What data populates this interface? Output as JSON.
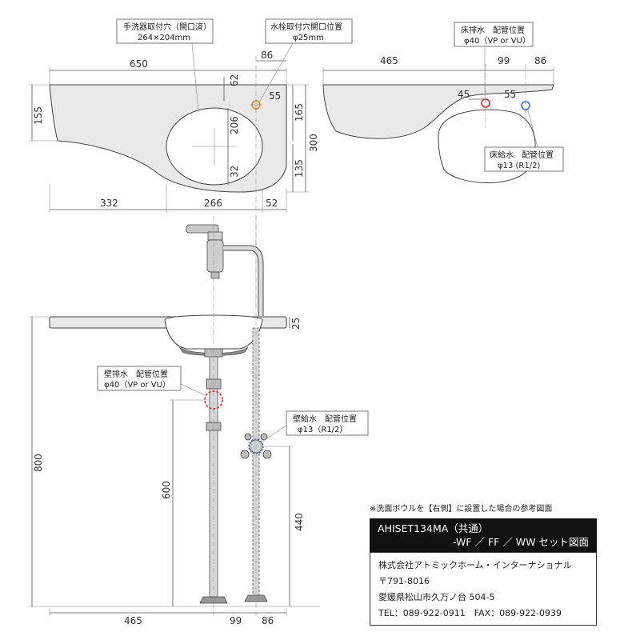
{
  "labels": {
    "sink_hole": {
      "line1": "手洗器取付穴（開口済）",
      "line2": "264×204mm"
    },
    "faucet_hole": {
      "line1": "水栓取付穴開口位置",
      "line2": "φ25mm"
    },
    "floor_drain": {
      "line1": "床排水　配管位置",
      "line2": "φ40（VP or VU）"
    },
    "floor_supply": {
      "line1": "床給水　配管位置",
      "line2": "φ13 (R1/2)"
    },
    "wall_drain": {
      "line1": "壁排水　配管位置",
      "line2": "φ40（VP or VU）"
    },
    "wall_supply": {
      "line1": "壁給水　配管位置",
      "line2": "φ13（R1/2）"
    }
  },
  "dims": {
    "top_width": "650",
    "top_86": "86",
    "top_62": "62",
    "top_55": "55",
    "left_155": "155",
    "depth_165": "165",
    "depth_300": "300",
    "bowl_206": "206",
    "bowl_135": "135",
    "bowl_32": "32",
    "bottom_332": "332",
    "bottom_266": "266",
    "bottom_52": "52",
    "r_465": "465",
    "r_99": "99",
    "r_86": "86",
    "r_45": "45",
    "r_55": "55",
    "thick_25": "25",
    "h_800": "800",
    "h_600": "600",
    "h_440": "440",
    "f_465": "465",
    "f_99": "99",
    "f_86": "86"
  },
  "note": "※洗面ボウルを【右側】に設置した場合の参考図面",
  "title": {
    "line1": "AHISET134MA（共通）",
    "line2": "-WF ／ FF ／ WW セット図面"
  },
  "company": {
    "name": "株式会社アトミックホーム・インターナショナル",
    "postal": "〒791-8016",
    "address": "愛媛県松山市久万ノ台 504-5",
    "contact": "TEL：089-922-0911　FAX：089-922-0939"
  },
  "colors": {
    "faucet_hole": "#e8801a",
    "drain": "#e02020",
    "supply": "#2a6fd0"
  }
}
